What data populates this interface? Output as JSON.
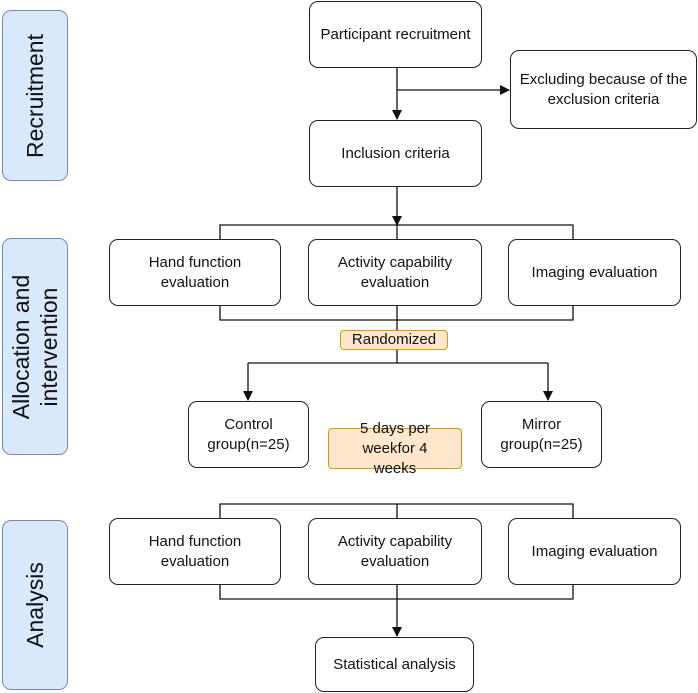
{
  "phases": {
    "recruitment": "Recruitment",
    "allocation": "Allocation and\nintervention",
    "analysis": "Analysis"
  },
  "nodes": {
    "participant_recruitment": "Participant recruitment",
    "excluding": "Excluding because of the exclusion criteria",
    "inclusion_criteria": "Inclusion criteria",
    "hand_function_1": "Hand function evaluation",
    "activity_capability_1": "Activity capability evaluation",
    "imaging_1": "Imaging evaluation",
    "randomized": "Randomized",
    "control_group": "Control group(n=25)",
    "schedule": "5 days per weekfor 4 weeks",
    "mirror_group": "Mirror group(n=25)",
    "hand_function_2": "Hand function evaluation",
    "activity_capability_2": "Activity capability evaluation",
    "imaging_2": "Imaging evaluation",
    "statistical_analysis": "Statistical analysis"
  },
  "colors": {
    "phase_fill": "#dae8fc",
    "phase_border": "#6c8ebf",
    "note_fill": "#ffe6cc",
    "note_border": "#d79b00"
  }
}
